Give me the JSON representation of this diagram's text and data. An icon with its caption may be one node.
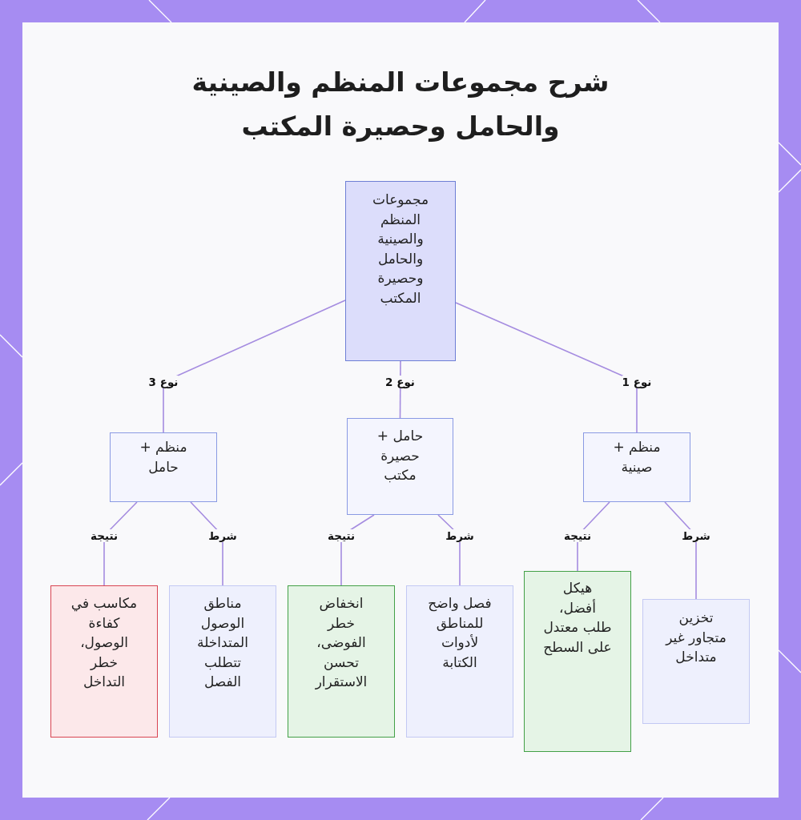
{
  "diagram": {
    "title": "شرح مجموعات المنظم والصينية والحامل وحصيرة المكتب",
    "nodes": [
      {
        "text": [
          "مجموعات المنظم والصينية والحامل وحصيرة المكتب"
        ]
      },
      {
        "text": [
          "منظم + صينية"
        ]
      },
      {
        "text": [
          "حامل + حصيرة مكتب"
        ]
      },
      {
        "text": [
          "منظم + حامل"
        ]
      },
      {
        "text": [
          "تخزين متجاور غير متداخل"
        ]
      },
      {
        "text": [
          "هيكل أفضل، طلب معتدل على السطح"
        ]
      },
      {
        "text": [
          "فصل واضح للمناطق لأدوات الكتابة"
        ]
      },
      {
        "text": [
          "انخفاض خطر الفوضى، تحسن الاستقرار"
        ]
      },
      {
        "text": [
          "مناطق الوصول المتداخلة تتطلب الفصل"
        ]
      },
      {
        "text": [
          "مكاسب في كفاءة الوصول، خطر التداخل"
        ]
      }
    ],
    "edges": [
      {
        "from": 0,
        "to": 1,
        "arrow": "none",
        "label": "نوع 1"
      },
      {
        "from": 0,
        "to": 2,
        "arrow": "none",
        "label": "نوع 2"
      },
      {
        "from": 0,
        "to": 3,
        "arrow": "none",
        "label": "نوع 3"
      },
      {
        "from": 1,
        "to": 4,
        "arrow": "none",
        "label": "شرط"
      },
      {
        "from": 1,
        "to": 5,
        "arrow": "none",
        "label": "نتيجة"
      },
      {
        "from": 2,
        "to": 6,
        "arrow": "none",
        "label": "شرط"
      },
      {
        "from": 2,
        "to": 7,
        "arrow": "none",
        "label": "نتيجة"
      },
      {
        "from": 3,
        "to": 8,
        "arrow": "none",
        "label": "شرط"
      },
      {
        "from": 3,
        "to": 9,
        "arrow": "none",
        "label": "نتيجة"
      }
    ]
  }
}
